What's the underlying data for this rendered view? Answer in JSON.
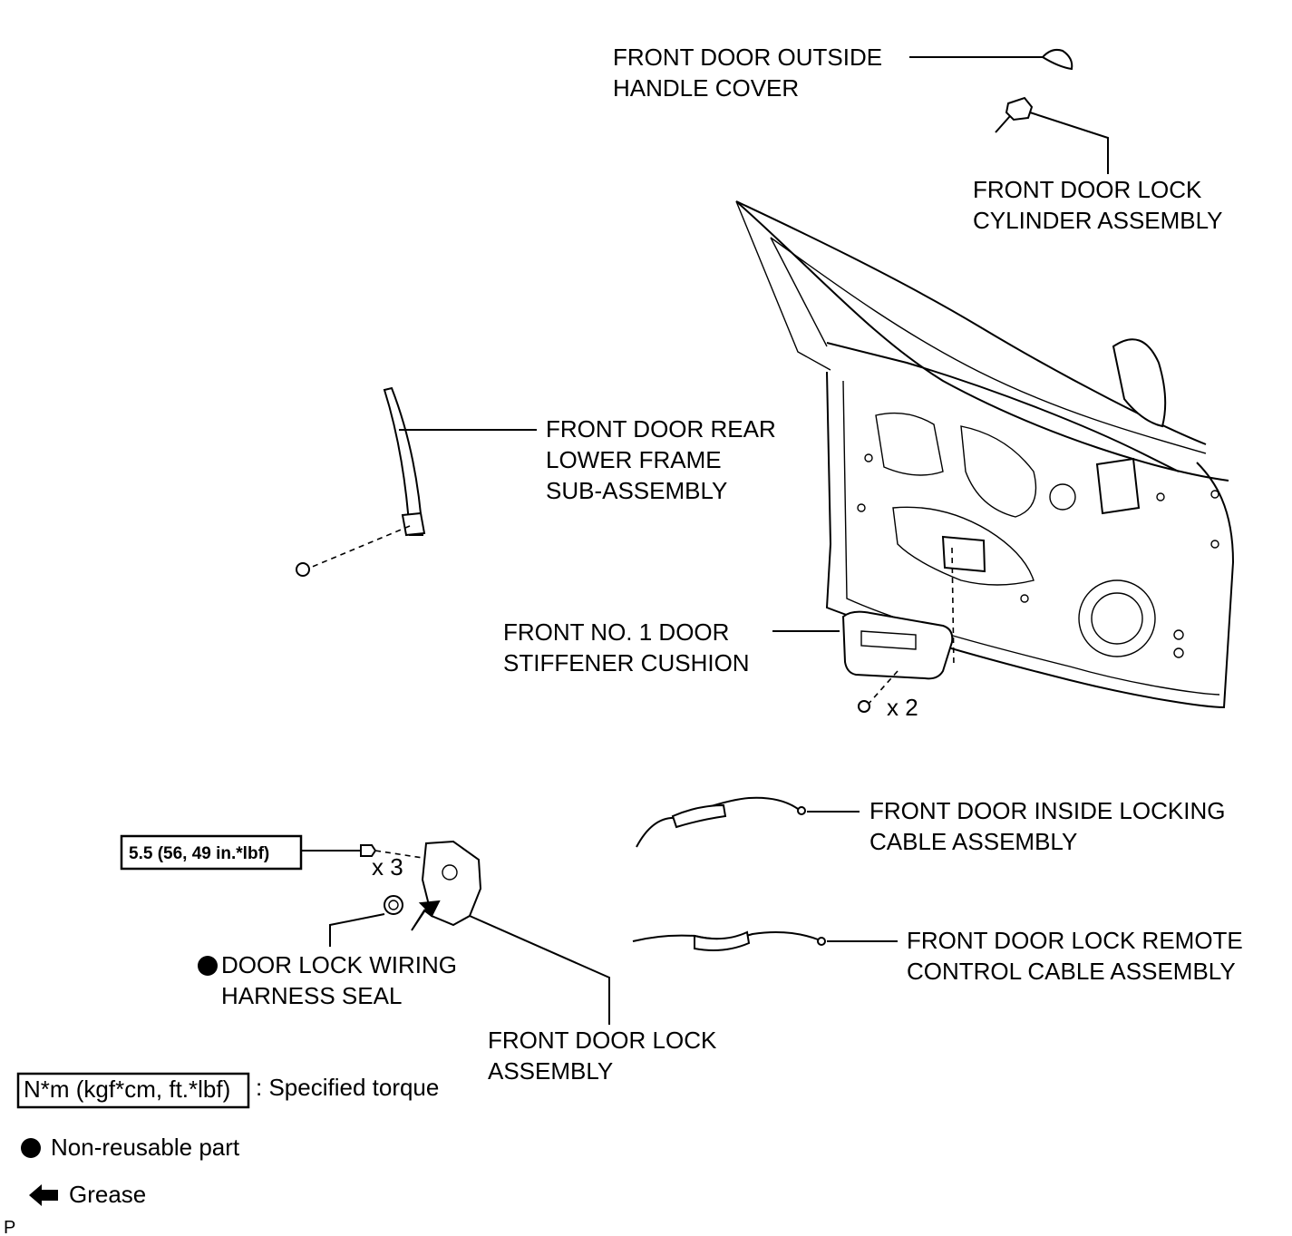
{
  "labels": {
    "outside_handle_cover": [
      "FRONT DOOR OUTSIDE",
      "HANDLE COVER"
    ],
    "lock_cylinder": [
      "FRONT DOOR LOCK",
      "CYLINDER ASSEMBLY"
    ],
    "rear_lower_frame": [
      "FRONT DOOR REAR",
      "LOWER FRAME",
      "SUB-ASSEMBLY"
    ],
    "stiffener_cushion": [
      "FRONT NO. 1 DOOR",
      "STIFFENER CUSHION"
    ],
    "inside_locking_cable": [
      "FRONT DOOR INSIDE LOCKING",
      "CABLE ASSEMBLY"
    ],
    "remote_control_cable": [
      "FRONT DOOR LOCK REMOTE",
      "CONTROL CABLE ASSEMBLY"
    ],
    "wiring_harness_seal": [
      "DOOR LOCK WIRING",
      "HARNESS SEAL"
    ],
    "door_lock_assembly": [
      "FRONT DOOR LOCK",
      "ASSEMBLY"
    ]
  },
  "quantities": {
    "cushion_screws": "x 2",
    "lock_screws": "x 3"
  },
  "torque": {
    "lock_screw": "5.5 (56, 49 in.*lbf)"
  },
  "legend": {
    "torque_unit": "N*m (kgf*cm, ft.*lbf)",
    "torque_text": ": Specified torque",
    "non_reusable": "Non-reusable part",
    "grease": "Grease"
  },
  "corner_mark": "P",
  "icons": {
    "non_reusable": "filled-circle-icon",
    "grease": "arrow-left-icon"
  }
}
